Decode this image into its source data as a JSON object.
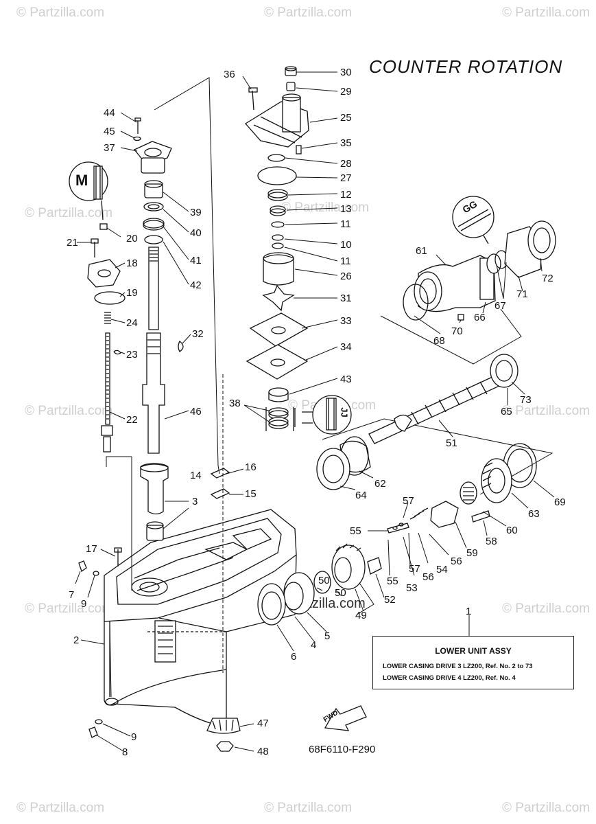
{
  "title": "COUNTER ROTATION",
  "diagram_code": "68F6110-F290",
  "watermark": "© Partzilla.com",
  "center_watermark": "© Partzilla.com",
  "info_box": {
    "ref_number": "1",
    "heading": "LOWER UNIT ASSY",
    "row1": "LOWER CASING DRIVE 3 LZ200,  Ref. No. 2  to  73",
    "row2": "LOWER CASING DRIVE 4 LZ200,  Ref. No. 4"
  },
  "fwd_label": "FWD",
  "callouts": {
    "m_letter": "M",
    "gg_letter": "GG",
    "jj_letter": "JJ"
  },
  "part_labels": [
    "44",
    "45",
    "37",
    "20",
    "21",
    "18",
    "19",
    "24",
    "23",
    "22",
    "36",
    "39",
    "40",
    "41",
    "42",
    "32",
    "46",
    "30",
    "29",
    "25",
    "35",
    "28",
    "27",
    "12",
    "13",
    "11",
    "10",
    "11b",
    "26",
    "31",
    "33",
    "34",
    "43",
    "38",
    "14",
    "16",
    "3",
    "15",
    "17",
    "7",
    "9",
    "2",
    "9b",
    "8",
    "47",
    "48",
    "61",
    "72",
    "71",
    "67",
    "66",
    "70",
    "68",
    "73",
    "65",
    "51",
    "62",
    "64",
    "69",
    "63",
    "60",
    "57",
    "55",
    "58",
    "59",
    "56",
    "54",
    "57b",
    "53",
    "55b",
    "52",
    "50",
    "50b",
    "49",
    "6",
    "4",
    "5",
    "1"
  ],
  "part_text": {
    "44": "44",
    "45": "45",
    "37": "37",
    "20": "20",
    "21": "21",
    "18": "18",
    "19": "19",
    "24": "24",
    "23": "23",
    "22": "22",
    "36": "36",
    "39": "39",
    "40": "40",
    "41": "41",
    "42": "42",
    "32": "32",
    "46": "46",
    "30": "30",
    "29": "29",
    "25": "25",
    "35": "35",
    "28": "28",
    "27": "27",
    "12": "12",
    "13": "13",
    "11": "11",
    "10": "10",
    "11b": "11",
    "26": "26",
    "31": "31",
    "33": "33",
    "34": "34",
    "43": "43",
    "38": "38",
    "14": "14",
    "16": "16",
    "3": "3",
    "15": "15",
    "17": "17",
    "7": "7",
    "9": "9",
    "2": "2",
    "9b": "9",
    "8": "8",
    "47": "47",
    "48": "48",
    "61": "61",
    "72": "72",
    "71": "71",
    "67": "67",
    "66": "66",
    "70": "70",
    "68": "68",
    "73": "73",
    "65": "65",
    "51": "51",
    "62": "62",
    "64": "64",
    "69": "69",
    "63": "63",
    "60": "60",
    "57": "57",
    "55": "55",
    "58": "58",
    "59": "59",
    "56": "56",
    "54": "54",
    "57b": "57",
    "53": "53",
    "55b": "55",
    "52": "52",
    "50": "50",
    "50b": "50",
    "49": "49",
    "6": "6",
    "4": "4",
    "5": "5",
    "1": "1"
  }
}
